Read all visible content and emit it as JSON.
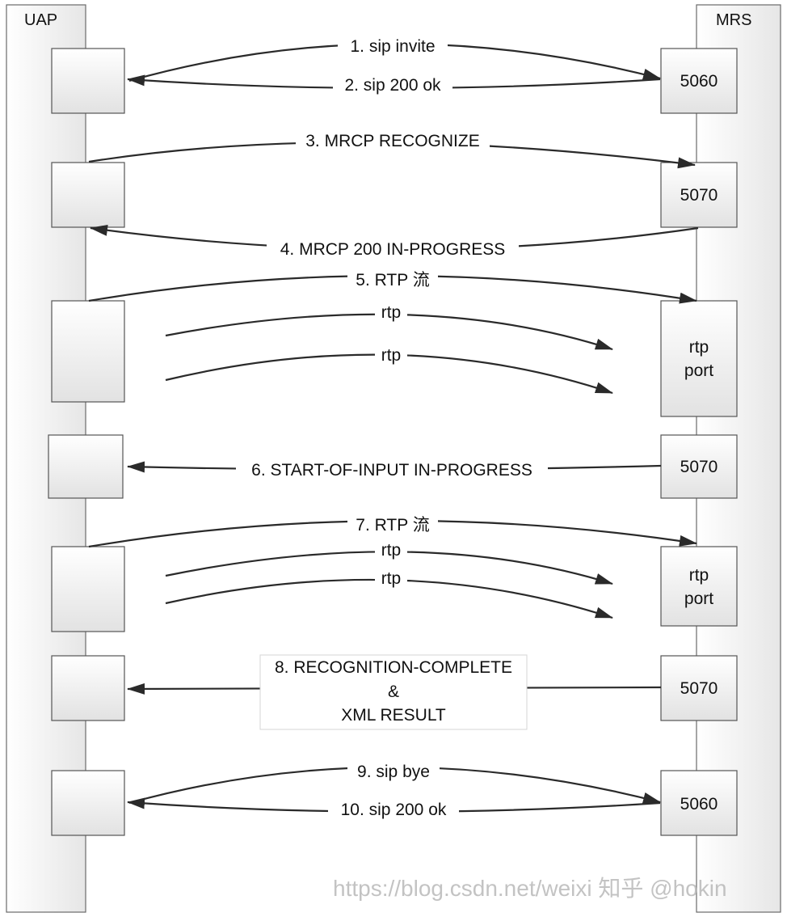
{
  "lanes": {
    "left": "UAP",
    "right": "MRS"
  },
  "messages": {
    "m1": "1. sip invite",
    "m2": "2. sip 200 ok",
    "m3": "3. MRCP RECOGNIZE",
    "m4": "4. MRCP 200 IN-PROGRESS",
    "m5": "5. RTP 流",
    "m5a": "rtp",
    "m5b": "rtp",
    "m6": "6. START-OF-INPUT IN-PROGRESS",
    "m7": "7. RTP 流",
    "m7a": "rtp",
    "m7b": "rtp",
    "m8_line1": "8. RECOGNITION-COMPLETE",
    "m8_line2": "&",
    "m8_line3": "XML RESULT",
    "m9": "9. sip bye",
    "m10": "10. sip 200 ok"
  },
  "ports": {
    "p1": "5060",
    "p2": "5070",
    "p3_line1": "rtp",
    "p3_line2": "port",
    "p4": "5070",
    "p5_line1": "rtp",
    "p5_line2": "port",
    "p6": "5070",
    "p7": "5060"
  },
  "watermark": "https://blog.csdn.net/weixi 知乎 @hokin"
}
